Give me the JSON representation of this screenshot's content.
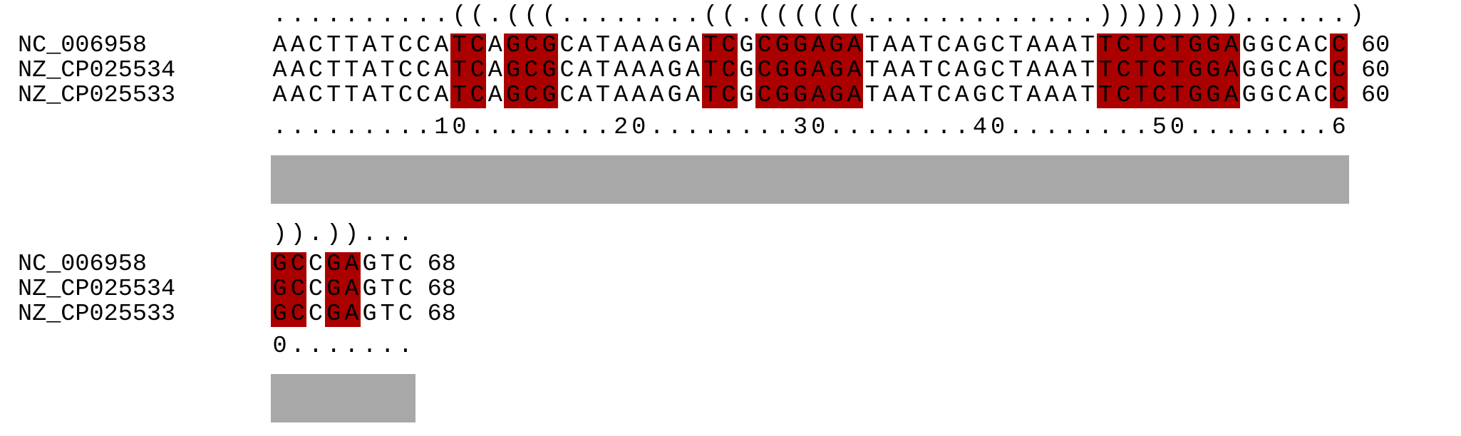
{
  "colors": {
    "highlight": "#aa0000",
    "bar": "#a8a8a8",
    "text": "#000000"
  },
  "blocks": [
    {
      "structure": "..........((.(((........((.((((((.............))))))))......)",
      "ruler": ".........10........20........30........40........50........6",
      "rows": [
        {
          "name": "NC_006958",
          "seq": "AACTTATCCATCAGCGCATAAAGATCGCGGAGATAATCAGCTAAATTCTCTGGAGGCACC",
          "end": "60"
        },
        {
          "name": "NZ_CP025534",
          "seq": "AACTTATCCATCAGCGCATAAAGATCGCGGAGATAATCAGCTAAATTCTCTGGAGGCACC",
          "end": "60"
        },
        {
          "name": "NZ_CP025533",
          "seq": "AACTTATCCATCAGCGCATAAAGATCGCGGAGATAATCAGCTAAATTCTCTGGAGGCACC",
          "end": "60"
        }
      ],
      "highlight_ranges": [
        [
          10,
          11
        ],
        [
          13,
          15
        ],
        [
          24,
          25
        ],
        [
          27,
          32
        ],
        [
          46,
          53
        ],
        [
          59,
          59
        ]
      ]
    },
    {
      "structure": ")).))...",
      "ruler": "0.......",
      "rows": [
        {
          "name": "NC_006958",
          "seq": "GCCGAGTC",
          "end": "68"
        },
        {
          "name": "NZ_CP025534",
          "seq": "GCCGAGTC",
          "end": "68"
        },
        {
          "name": "NZ_CP025533",
          "seq": "GCCGAGTC",
          "end": "68"
        }
      ],
      "highlight_ranges": [
        [
          0,
          1
        ],
        [
          3,
          4
        ]
      ]
    }
  ]
}
